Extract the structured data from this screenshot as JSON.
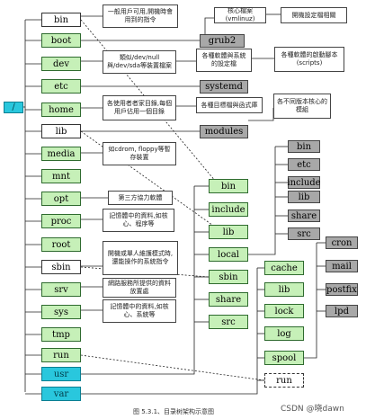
{
  "colors": {
    "green": "#c6f0b8",
    "gray": "#a8a8a8",
    "cyan": "#29c7dd",
    "white": "#ffffff",
    "line": "#222222"
  },
  "nodes": {
    "root": "/",
    "bin": "bin",
    "boot": "boot",
    "dev": "dev",
    "etc": "etc",
    "home": "home",
    "lib": "lib",
    "media": "media",
    "mnt": "mnt",
    "opt": "opt",
    "proc": "proc",
    "root_dir": "root",
    "sbin": "sbin",
    "srv": "srv",
    "sys": "sys",
    "tmp": "tmp",
    "run": "run",
    "usr": "usr",
    "var": "var",
    "grub2": "grub2",
    "systemd": "systemd",
    "modules": "modules",
    "usr_bin": "bin",
    "usr_include": "include",
    "usr_lib": "lib",
    "usr_local": "local",
    "usr_sbin": "sbin",
    "usr_share": "share",
    "usr_src": "src",
    "local_bin": "bin",
    "local_etc": "etc",
    "local_include": "include",
    "local_lib": "lib",
    "local_share": "share",
    "local_src": "src",
    "var_cache": "cache",
    "var_lib": "lib",
    "var_lock": "lock",
    "var_log": "log",
    "var_spool": "spool",
    "var_run": "run",
    "spool_cron": "cron",
    "spool_mail": "mail",
    "spool_postfix": "postfix",
    "spool_lpd": "lpd"
  },
  "notes": {
    "bin": "一般用戶可用,開機時會用到的指令",
    "kernel": "核心檔案(vmlinuz)",
    "boot_cfg": "開機設定檔相關",
    "dev": "類似/dev/null與/dev/sda等裝置檔案",
    "etc_sys": "各種軟體與系統的設定檔",
    "etc_scripts": "各種軟體的啟動腳本(scripts)",
    "home": "各使用者者家目錄,每個用戶佔用一個目錄",
    "lib": "各種目標檔與函式庫",
    "modules": "各不同版本核心的模組",
    "media": "如cdrom, floppy等暫存裝置",
    "opt": "第三方協力軟體",
    "proc": "記憶體中的資料,如核心、程序等",
    "sbin": "開機或單人維護模式時,還能操作的系統指令",
    "srv": "網路服務所提供的資料放置處",
    "sys": "記憶體中的資料,如核心、系統等"
  },
  "caption": "图 5.3.1、目录树架构示意图",
  "watermark": "CSDN @晓dawn"
}
